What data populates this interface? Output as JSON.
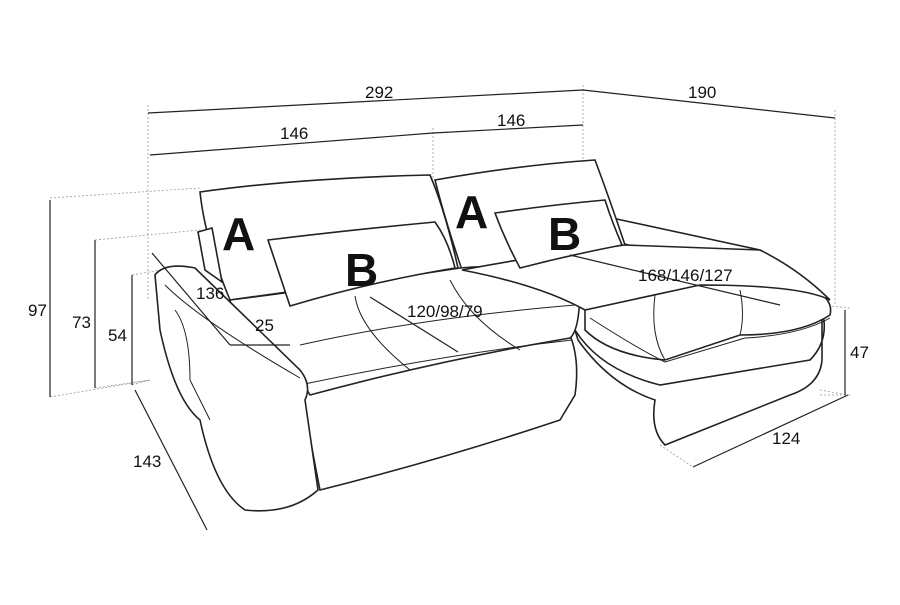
{
  "title": "Corner sofa dimensions",
  "dimensions": {
    "total_width": "292",
    "chaise_depth": "190",
    "left_section_width": "146",
    "right_section_width": "146",
    "total_height": "97",
    "back_height": "73",
    "seat_height": "54",
    "overall_depth": "143",
    "armrest_length": "136",
    "armrest_width": "25",
    "seat_depth": "120/98/79",
    "chaise_length": "168/146/127",
    "chaise_height": "47",
    "chaise_width": "124"
  },
  "cushion_labels": {
    "back_left": "A",
    "back_right": "A",
    "pillow_left": "B",
    "pillow_right": "B"
  }
}
